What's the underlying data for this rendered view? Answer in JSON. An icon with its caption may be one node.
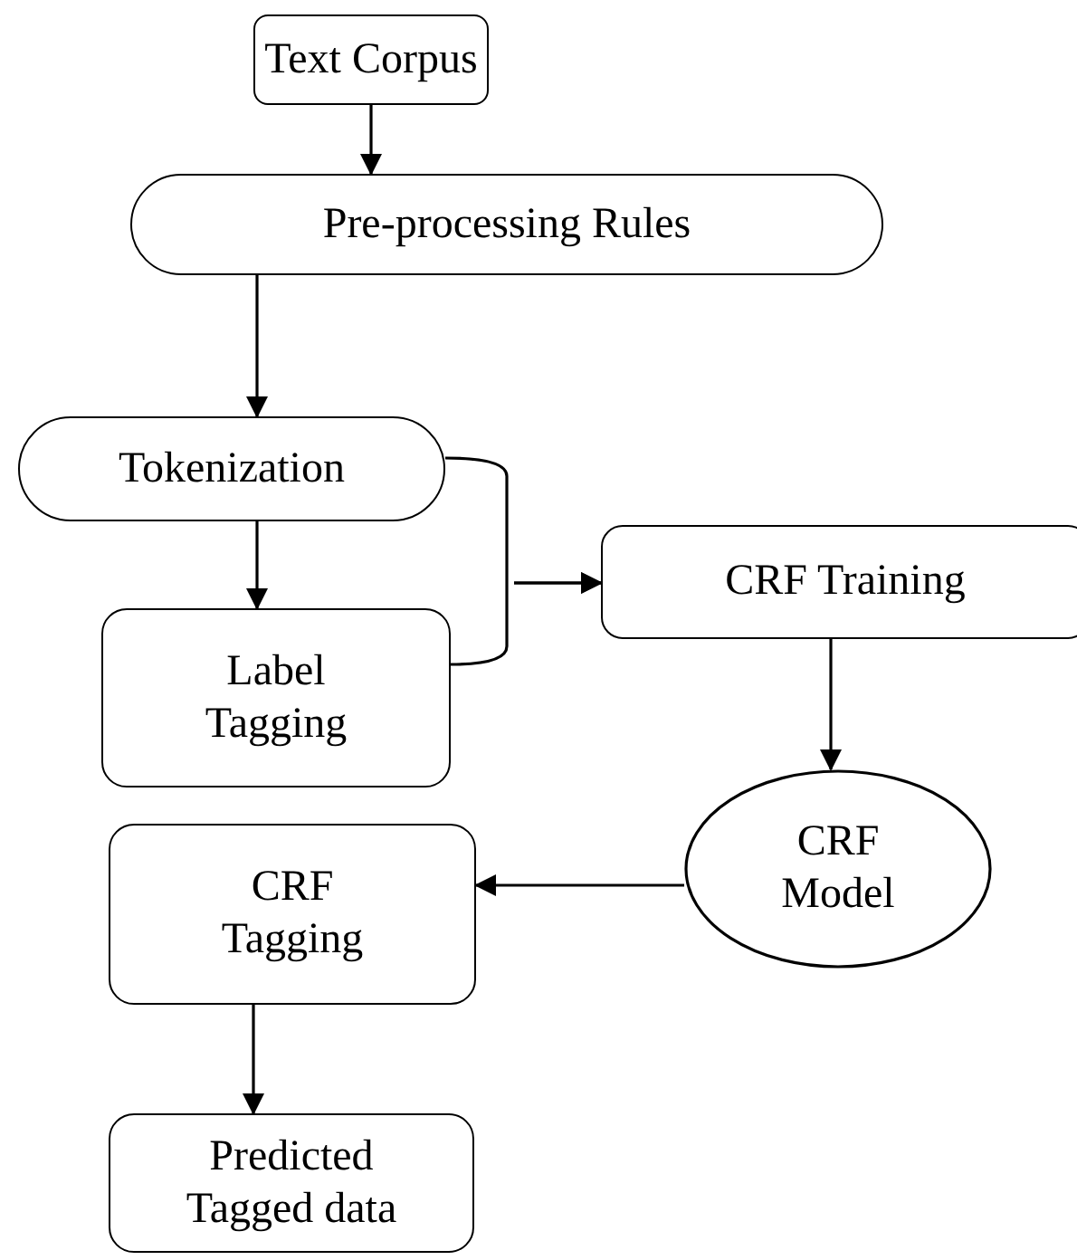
{
  "diagram": {
    "nodes": [
      {
        "text": [
          "Text Corpus"
        ]
      },
      {
        "text": [
          "Pre-processing Rules"
        ]
      },
      {
        "text": [
          "Tokenization"
        ]
      },
      {
        "text": [
          "Label Tagging"
        ]
      },
      {
        "text": [
          "CRF Training"
        ]
      },
      {
        "text": [
          "CRF Model"
        ]
      },
      {
        "text": [
          "CRF Tagging"
        ]
      },
      {
        "text": [
          "Predicted Tagged data"
        ]
      }
    ],
    "edges": [
      {
        "from": 0,
        "to": 1,
        "arrow": "to"
      },
      {
        "from": 1,
        "to": 2,
        "arrow": "to"
      },
      {
        "from": 2,
        "to": 3,
        "arrow": "to"
      },
      {
        "from": 2,
        "to": 4,
        "arrow": "to"
      },
      {
        "from": 3,
        "to": 4,
        "arrow": "to"
      },
      {
        "from": 4,
        "to": 5,
        "arrow": "to"
      },
      {
        "from": 5,
        "to": 6,
        "arrow": "to"
      },
      {
        "from": 6,
        "to": 7,
        "arrow": "to"
      }
    ]
  }
}
